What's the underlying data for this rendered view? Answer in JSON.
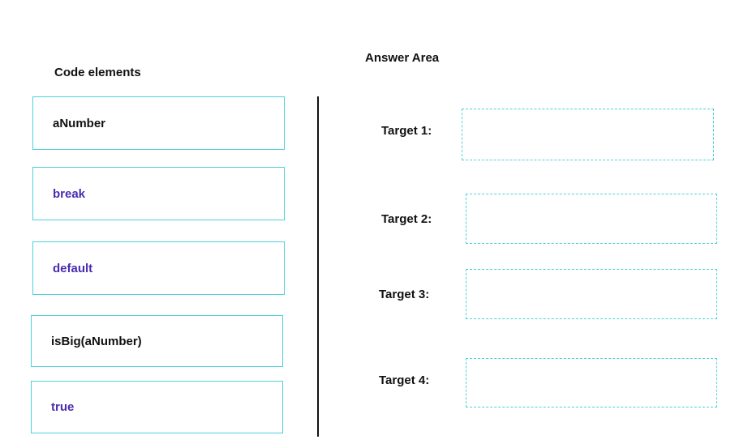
{
  "left_panel": {
    "heading": "Code elements",
    "items": [
      {
        "label": "aNumber",
        "style": "plain"
      },
      {
        "label": "break",
        "style": "keyword"
      },
      {
        "label": "default",
        "style": "keyword"
      },
      {
        "label": "isBig(aNumber)",
        "style": "plain"
      },
      {
        "label": "true",
        "style": "keyword"
      }
    ]
  },
  "right_panel": {
    "heading": "Answer Area",
    "targets": [
      {
        "label": "Target 1:"
      },
      {
        "label": "Target 2:"
      },
      {
        "label": "Target 3:"
      },
      {
        "label": "Target 4:"
      }
    ]
  },
  "colors": {
    "border": "#4fd1d9",
    "keyword": "#4a2bb0",
    "text": "#111111"
  }
}
